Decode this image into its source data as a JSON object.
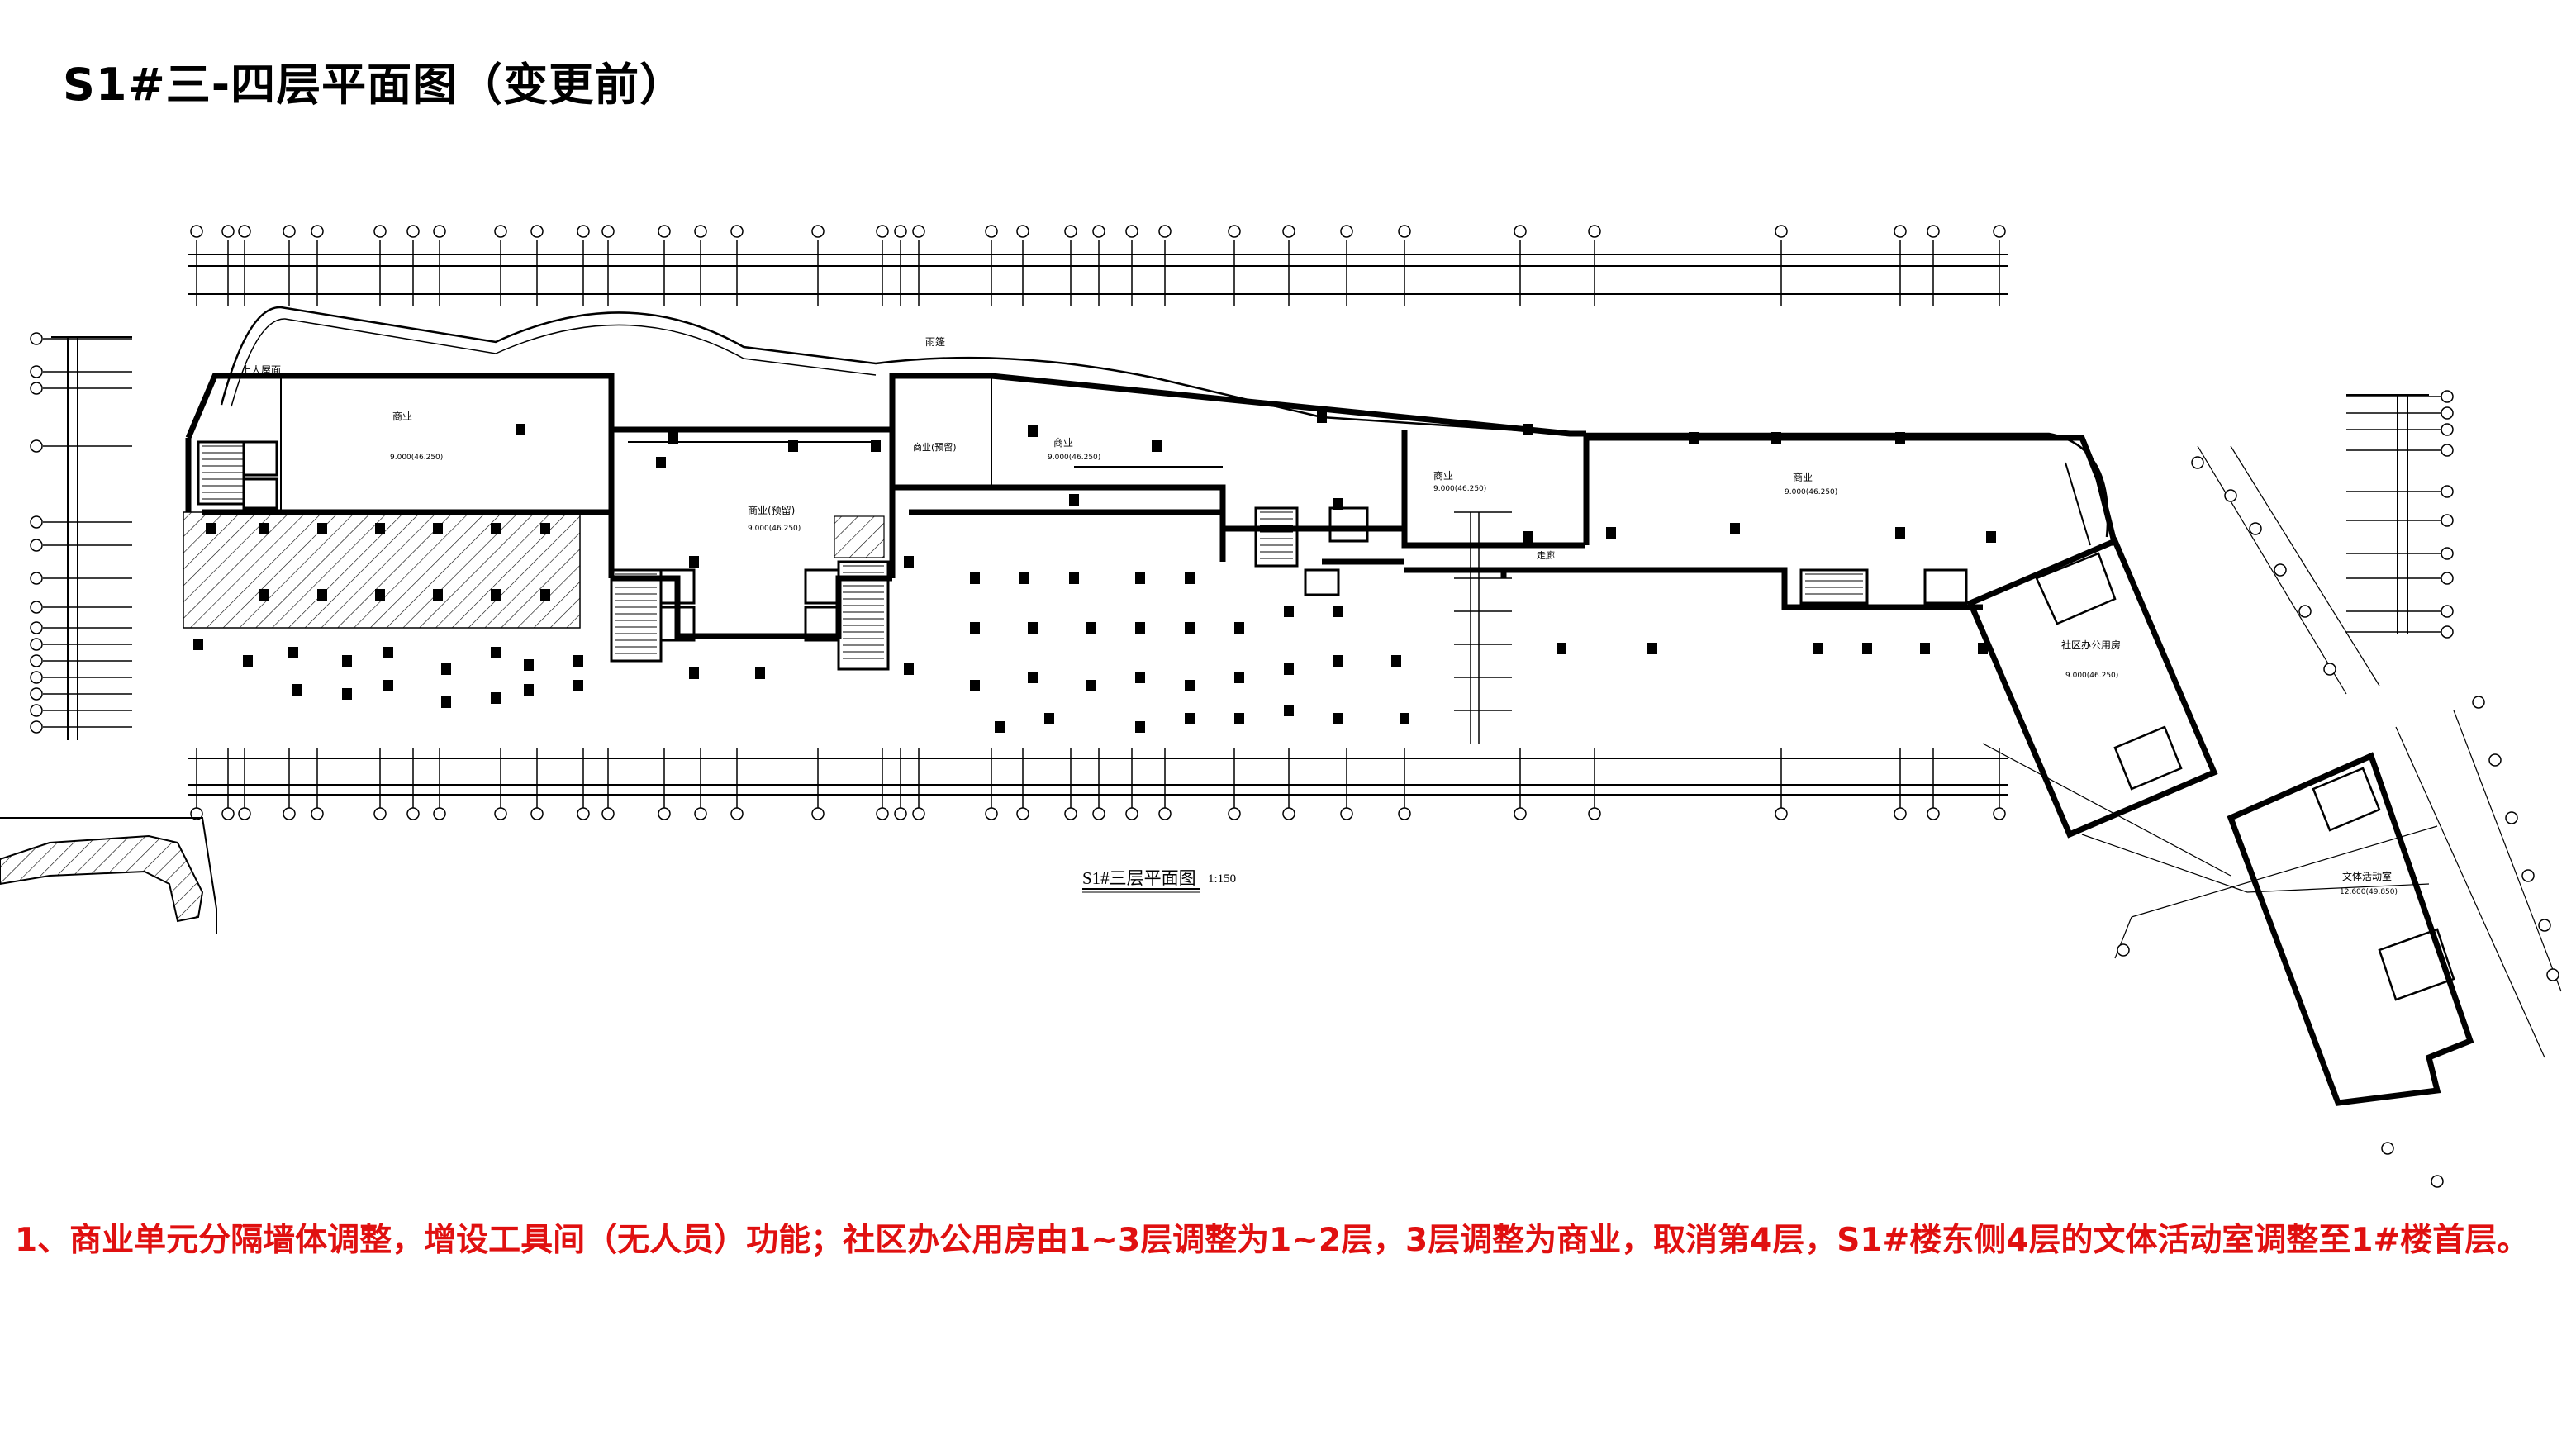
{
  "page_title": "S1#三-四层平面图（变更前）",
  "drawing_title": "S1#三层平面图",
  "drawing_scale": "1:150",
  "change_note": "1、商业单元分隔墙体调整，增设工具间（无人员）功能；社区办公用房由1~3层调整为1~2层，3层调整为商业，取消第4层，S1#楼东侧4层的文体活动室调整至1#楼首层。",
  "rooms": {
    "roof_access": "上人屋面",
    "canopy": "雨篷",
    "shop1": "商业",
    "shop1_elev": "9.000(46.250)",
    "shop2": "商业(预留)",
    "shop2_elev": "9.000(46.250)",
    "shop3": "商业(预留)",
    "shop4": "商业",
    "shop4_elev": "9.000(46.250)",
    "shop5": "商业",
    "shop5_elev": "9.000(46.250)",
    "shop6": "商业",
    "shop6_elev": "9.000(46.250)",
    "corridor": "走廊",
    "office": "社区办公用房",
    "office_elev": "9.000(46.250)",
    "activity": "文体活动室",
    "activity_elev": "12.600(49.850)"
  },
  "colors": {
    "note": "#e01010",
    "line": "#000000"
  }
}
